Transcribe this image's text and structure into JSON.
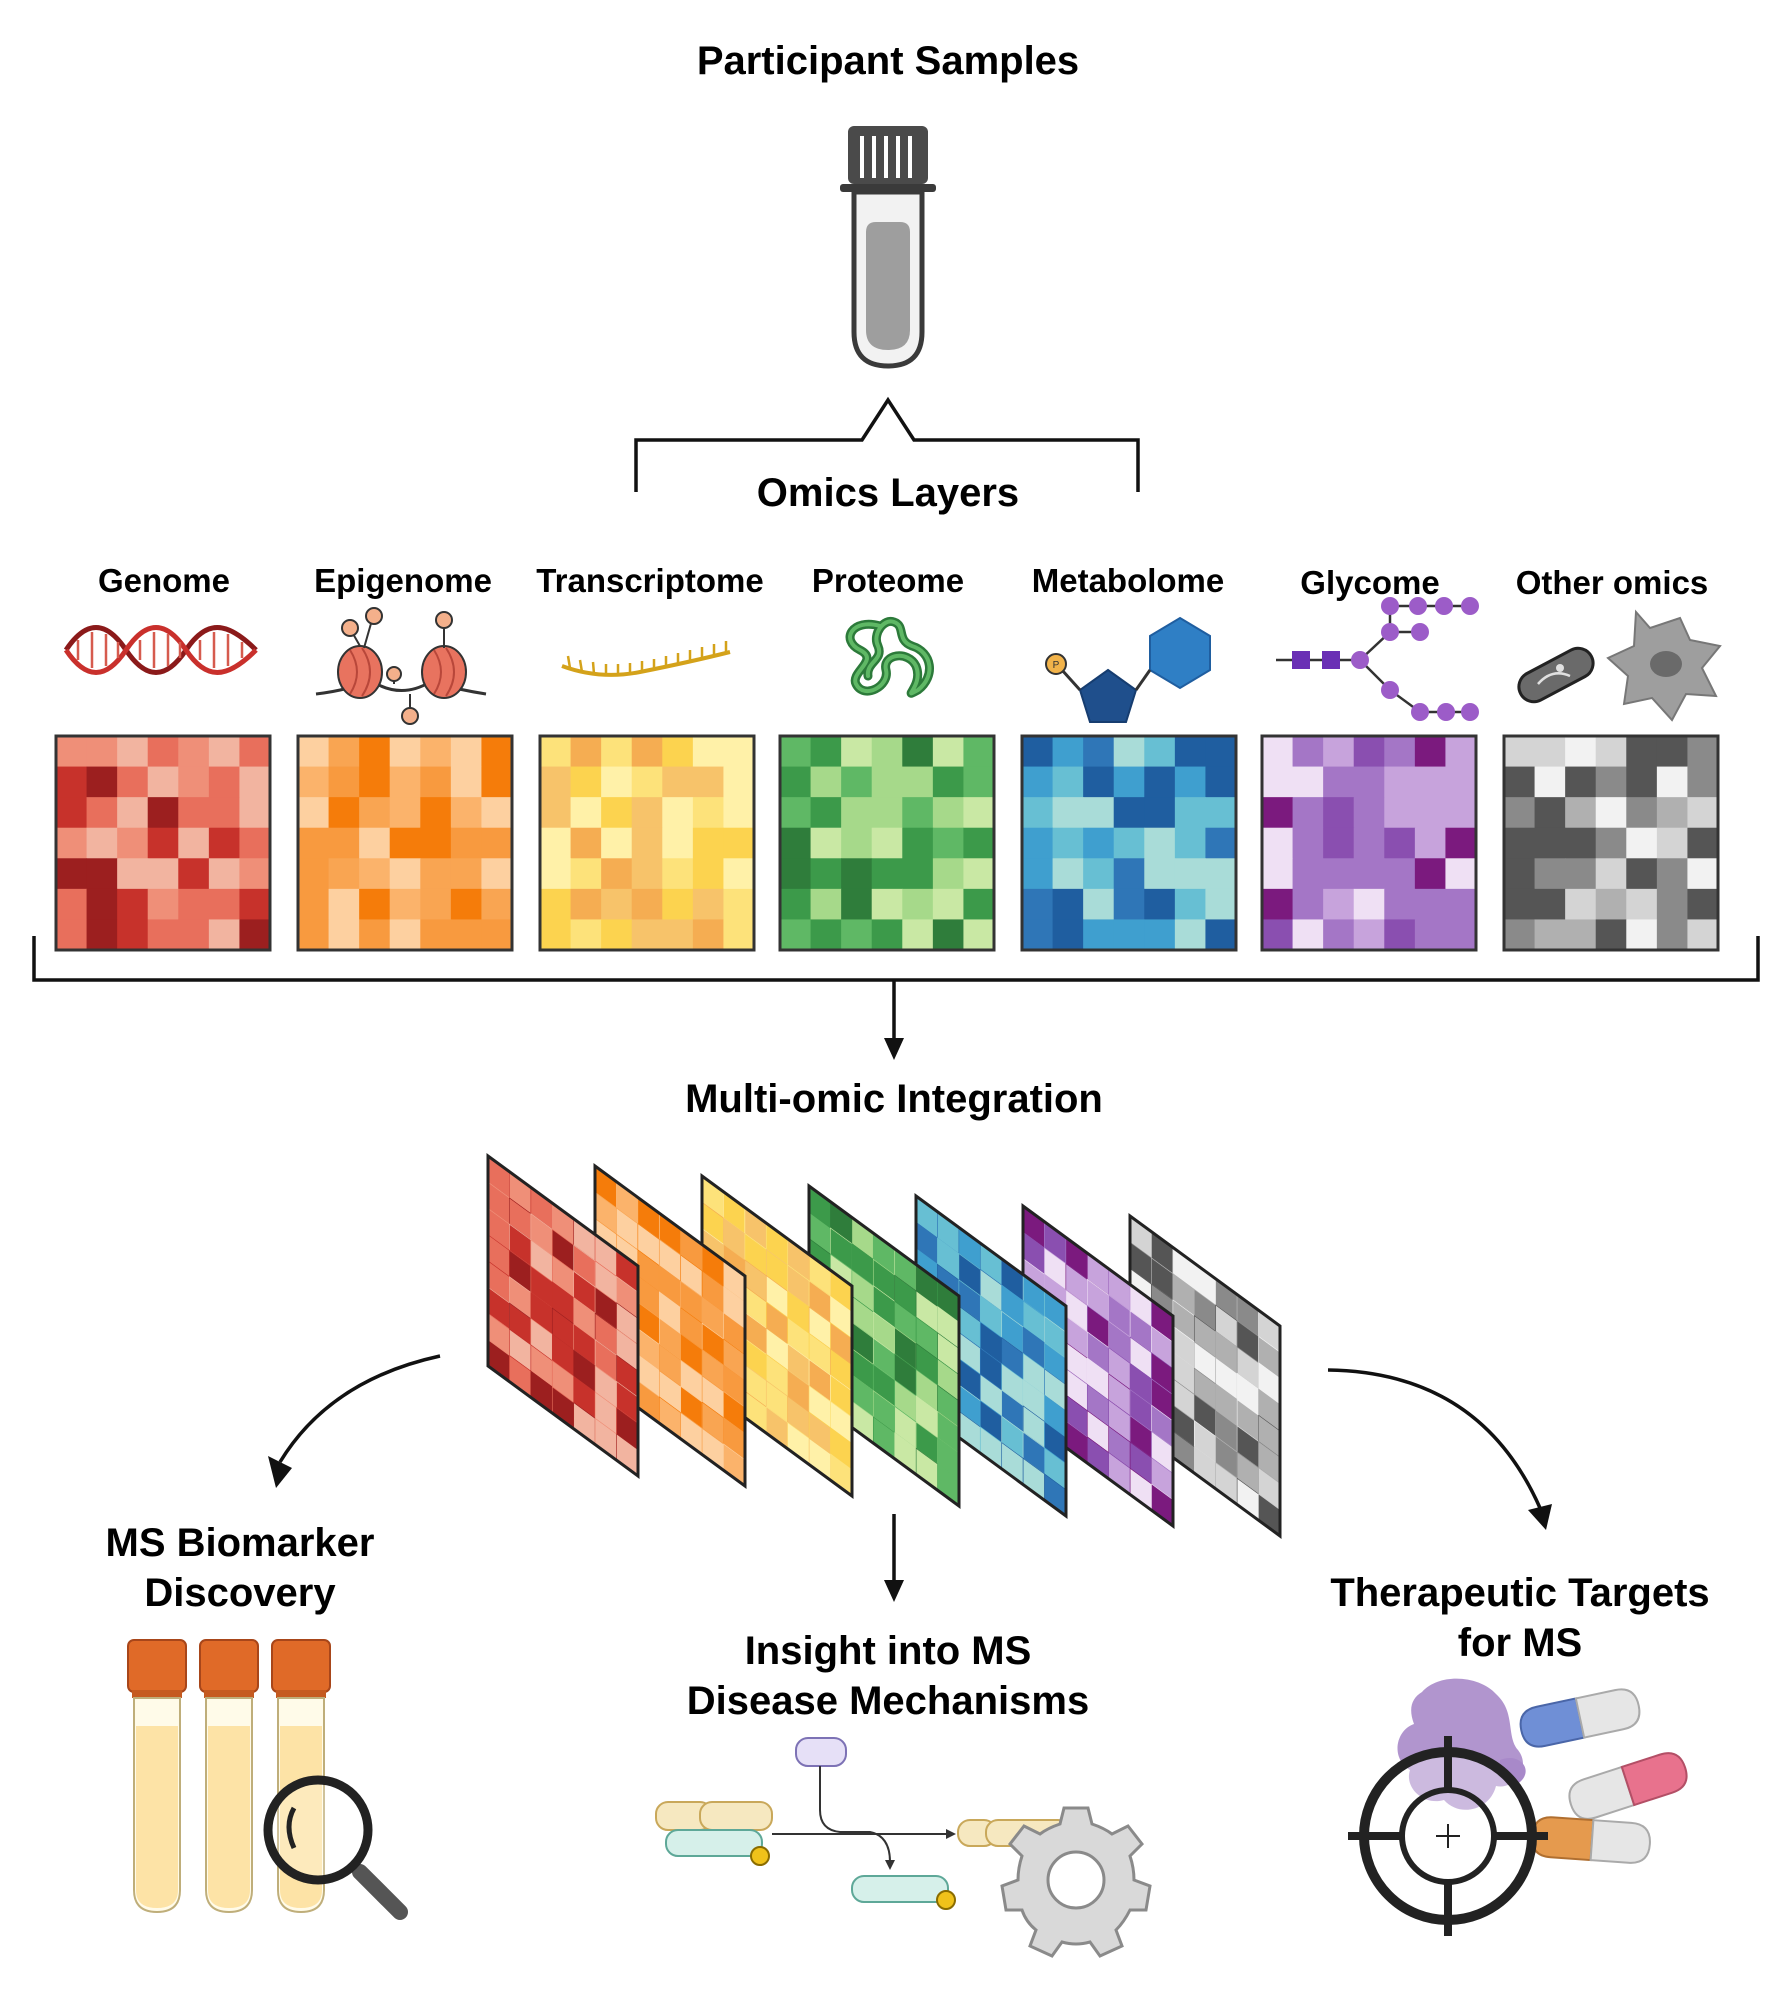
{
  "titles": {
    "samples": "Participant Samples",
    "layers": "Omics Layers",
    "integration": "Multi-omic Integration",
    "biomarker_line1": "MS Biomarker",
    "biomarker_line2": "Discovery",
    "insight_line1": "Insight into MS",
    "insight_line2": "Disease Mechanisms",
    "targets_line1": "Therapeutic Targets",
    "targets_line2": "for MS"
  },
  "layers": [
    {
      "label": "Genome",
      "icon": "dna-helix-icon",
      "palette": [
        "#f2b4a0",
        "#e86f5c",
        "#c7322b",
        "#9c1f1f",
        "#ef8f78"
      ]
    },
    {
      "label": "Epigenome",
      "icon": "nucleosome-icon",
      "palette": [
        "#fdd0a0",
        "#fbb36b",
        "#f89a3f",
        "#f57c0a",
        "#f9a552"
      ]
    },
    {
      "label": "Transcriptome",
      "icon": "rna-strand-icon",
      "palette": [
        "#fff1a8",
        "#fde27a",
        "#fcd34f",
        "#f5ad52",
        "#f7c36a"
      ]
    },
    {
      "label": "Proteome",
      "icon": "protein-icon",
      "palette": [
        "#c9e8a4",
        "#a6d98a",
        "#5fb865",
        "#3c9a4a",
        "#2f7d3b"
      ]
    },
    {
      "label": "Metabolome",
      "icon": "metabolite-icon",
      "palette": [
        "#a9dcd8",
        "#67bfd3",
        "#3f9fcf",
        "#2f76b7",
        "#1f5ea0"
      ]
    },
    {
      "label": "Glycome",
      "icon": "glycan-icon",
      "palette": [
        "#efe0f4",
        "#c7a3dc",
        "#a476c6",
        "#8a4fb0",
        "#7b1a7e"
      ]
    },
    {
      "label": "Other omics",
      "icon": "microbe-cell-icon",
      "palette": [
        "#f2f2f2",
        "#d4d4d4",
        "#b0b0b0",
        "#8a8a8a",
        "#555555"
      ]
    }
  ],
  "colors": {
    "tube_cap": "#e06a28",
    "tube_fill": "#fde3a6",
    "gear": "#d9d9d9",
    "capsule_blue": "#6f8fd6",
    "capsule_pink": "#e8728d",
    "capsule_orange": "#e59a4e",
    "protein_blob": "#a889c9"
  }
}
